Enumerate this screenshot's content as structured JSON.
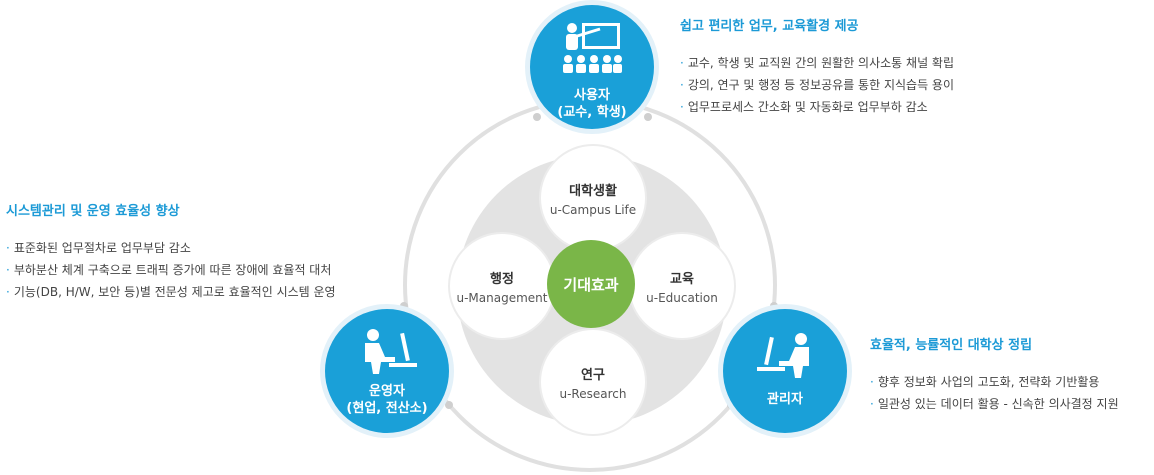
{
  "center": {
    "label": "기대효과"
  },
  "petals": [
    {
      "key": "campus",
      "ko": "대학생활",
      "en": "u-Campus Life"
    },
    {
      "key": "mgmt",
      "ko": "행정",
      "en": "u-Management"
    },
    {
      "key": "edu",
      "ko": "교육",
      "en": "u-Education"
    },
    {
      "key": "research",
      "ko": "연구",
      "en": "u-Research"
    }
  ],
  "roles": {
    "user": {
      "line1": "사용자",
      "line2": "(교수, 학생)",
      "icon": "teacher-students-icon"
    },
    "operator": {
      "line1": "운영자",
      "line2": "(현업, 전산소)",
      "icon": "person-at-computer-icon"
    },
    "admin": {
      "line1": "관리자",
      "icon": "person-at-computer-icon"
    }
  },
  "boxes": {
    "user": {
      "title": "쉽고 편리한 업무, 교육활경 제공",
      "items": [
        "교수, 학생 및 교직원 간의 원활한 의사소통 채널 확립",
        "강의, 연구 및 행정 등 정보공유를 통한 지식습득 용이",
        "업무프로세스 간소화 및 자동화로 업무부하 감소"
      ]
    },
    "operator": {
      "title": "시스템관리 및 운영 효율성 향상",
      "items": [
        "표준화된 업무절차로 업무부담 감소",
        "부하분산 체계 구축으로 트래픽 증가에 따른 장애에 효율적 대처",
        "기능(DB, H/W, 보안 등)별 전문성 제고로 효율적인 시스템 운영"
      ]
    },
    "admin": {
      "title": "효율적, 능률적인 대학상 정립",
      "items": [
        "향후 정보화 사업의 고도화, 전략화 기반활용",
        "일관성 있는 데이터 활용 - 신속한 의사결정 지원"
      ]
    }
  },
  "colors": {
    "accent": "#1aa0d8",
    "center": "#7ab648",
    "ring": "#d9d9d9",
    "bgCircle": "#e1e1e1"
  }
}
